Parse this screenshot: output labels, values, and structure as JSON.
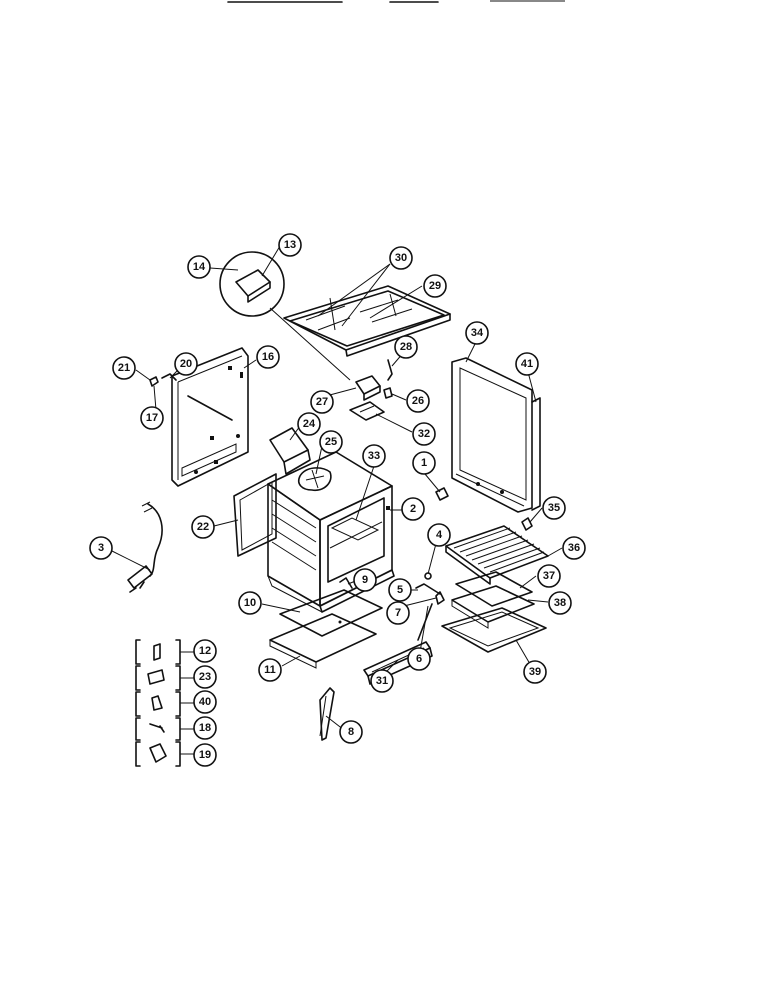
{
  "diagram": {
    "type": "exploded-parts-diagram",
    "callouts": [
      {
        "id": "c1",
        "label": "1"
      },
      {
        "id": "c2",
        "label": "2"
      },
      {
        "id": "c3",
        "label": "3"
      },
      {
        "id": "c4",
        "label": "4"
      },
      {
        "id": "c5",
        "label": "5"
      },
      {
        "id": "c6",
        "label": "6"
      },
      {
        "id": "c7",
        "label": "7"
      },
      {
        "id": "c8",
        "label": "8"
      },
      {
        "id": "c9",
        "label": "9"
      },
      {
        "id": "c10",
        "label": "10"
      },
      {
        "id": "c11",
        "label": "11"
      },
      {
        "id": "c12",
        "label": "12"
      },
      {
        "id": "c13",
        "label": "13"
      },
      {
        "id": "c14",
        "label": "14"
      },
      {
        "id": "c16",
        "label": "16"
      },
      {
        "id": "c17",
        "label": "17"
      },
      {
        "id": "c18",
        "label": "18"
      },
      {
        "id": "c19",
        "label": "19"
      },
      {
        "id": "c20",
        "label": "20"
      },
      {
        "id": "c21",
        "label": "21"
      },
      {
        "id": "c22",
        "label": "22"
      },
      {
        "id": "c23",
        "label": "23"
      },
      {
        "id": "c24",
        "label": "24"
      },
      {
        "id": "c25",
        "label": "25"
      },
      {
        "id": "c26",
        "label": "26"
      },
      {
        "id": "c27",
        "label": "27"
      },
      {
        "id": "c28",
        "label": "28"
      },
      {
        "id": "c29",
        "label": "29"
      },
      {
        "id": "c30",
        "label": "30"
      },
      {
        "id": "c31",
        "label": "31"
      },
      {
        "id": "c32",
        "label": "32"
      },
      {
        "id": "c33",
        "label": "33"
      },
      {
        "id": "c34",
        "label": "34"
      },
      {
        "id": "c35",
        "label": "35"
      },
      {
        "id": "c36",
        "label": "36"
      },
      {
        "id": "c37",
        "label": "37"
      },
      {
        "id": "c38",
        "label": "38"
      },
      {
        "id": "c39",
        "label": "39"
      },
      {
        "id": "c40",
        "label": "40"
      },
      {
        "id": "c41",
        "label": "41"
      }
    ]
  }
}
